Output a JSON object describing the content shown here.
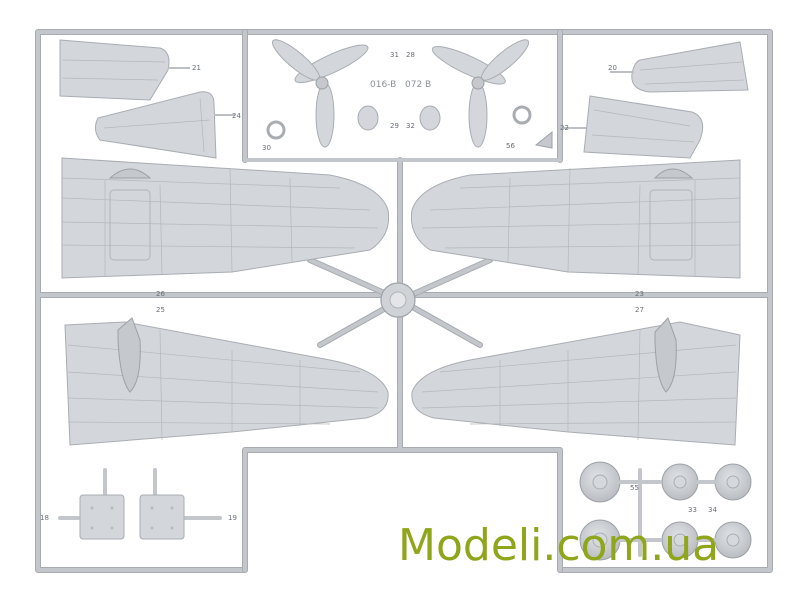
{
  "sprue": {
    "part_numbers": [
      "21",
      "20",
      "24",
      "22",
      "26",
      "25",
      "23",
      "27",
      "18",
      "19",
      "30",
      "56",
      "33",
      "34",
      "31",
      "28",
      "29",
      "32",
      "55"
    ],
    "molded_codes": [
      "016-B",
      "072 B"
    ],
    "colors": {
      "plastic": "#d3d6da",
      "frame": "#c3c6ca",
      "background": "#ffffff"
    }
  },
  "watermark": {
    "text": "Modeli.com.ua",
    "color": "#8fa51a"
  }
}
